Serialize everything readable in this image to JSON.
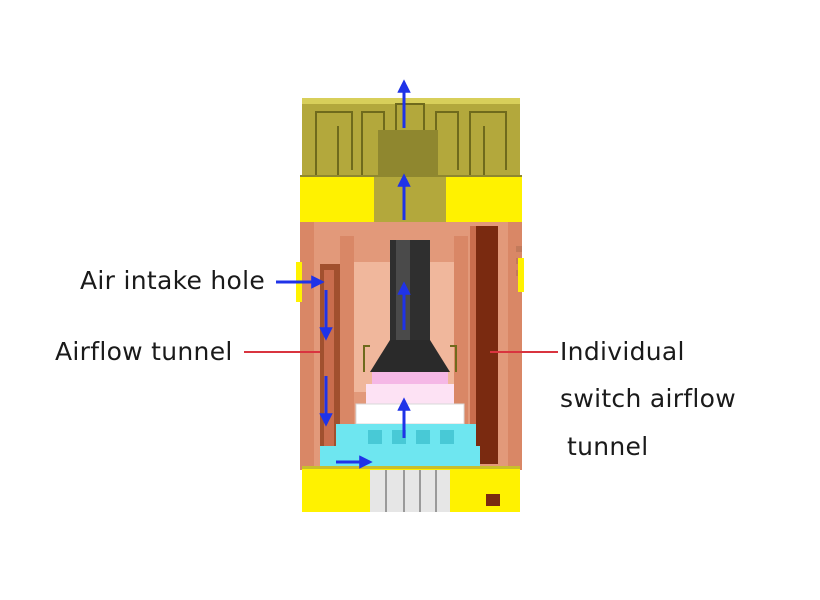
{
  "labels": {
    "air_intake": "Air intake hole",
    "airflow_tunnel": "Airflow tunnel",
    "individual_line1": "Individual",
    "individual_line2": "switch airflow",
    "individual_line3": "tunnel"
  },
  "colors": {
    "yellow": "#fff200",
    "olive": "#b3a83c",
    "olive_dark": "#6f6a1c",
    "copper": "#e2997a",
    "copper_dark": "#a1502e",
    "brown": "#7a2a10",
    "dark_stem": "#2a2a2a",
    "cyan": "#6ee6f0",
    "pink": "#f5b8e6",
    "arrow_blue": "#1f33e8",
    "leader_red": "#d9343f"
  }
}
